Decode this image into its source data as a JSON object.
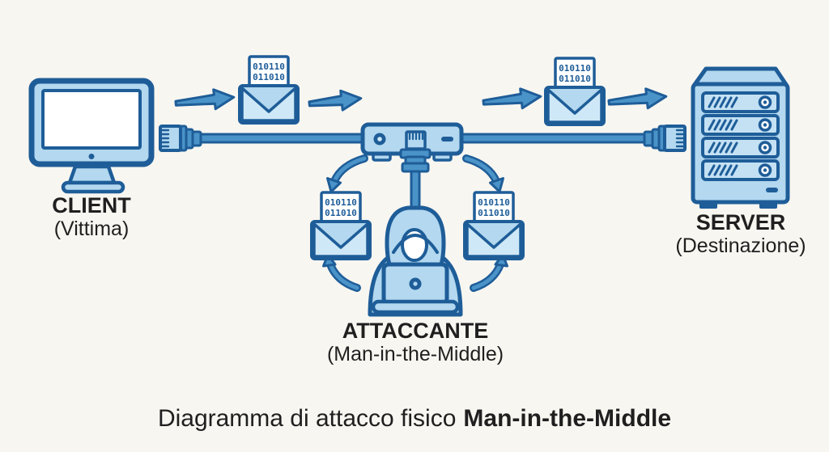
{
  "title": "Diagramma di attacco fisico Man-in-the-Middle",
  "colors": {
    "background": "#f8f6f1",
    "outline": "#1e5d98",
    "mid_blue": "#4a93c8",
    "light_blue": "#b3d8ef",
    "lighter_blue": "#cfe8f7",
    "paper": "#ffffff",
    "label_text": "#1f1f1f"
  },
  "packet_lines": [
    "010110",
    "011010",
    "010110"
  ],
  "nodes": {
    "client": {
      "title": "CLIENT",
      "subtitle": "(Vittima)"
    },
    "attacker": {
      "title": "ATTACCANTE",
      "subtitle": "(Man-in-the-Middle)"
    },
    "server": {
      "title": "SERVER",
      "subtitle": "(Destinazione)"
    }
  },
  "caption": {
    "regular": "Diagramma di attacco fisico",
    "bold": "Man-in-the-Middle"
  },
  "icons": [
    "client-computer-icon",
    "ethernet-plug-icon",
    "network-tap-icon",
    "packet-envelope-icon",
    "attacker-hooded-figure-icon",
    "server-rack-icon",
    "flow-arrow-icon",
    "curved-arrow-icon"
  ]
}
